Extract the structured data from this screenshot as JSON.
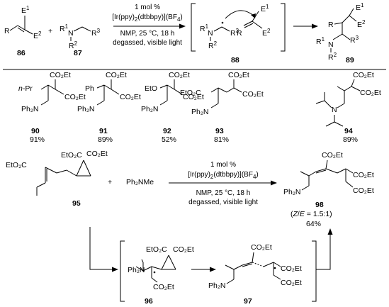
{
  "compounds": {
    "c86": "86",
    "c87": "87",
    "c88": "88",
    "c89": "89",
    "c90": "90",
    "c91": "91",
    "c92": "92",
    "c93": "93",
    "c94": "94",
    "c95": "95",
    "c96": "96",
    "c97": "97",
    "c98": "98"
  },
  "yields": {
    "y90": "91%",
    "y91": "89%",
    "y92": "52%",
    "y93": "81%",
    "y94": "89%",
    "y98": "64%"
  },
  "conditions_top": {
    "line1": "1 mol %",
    "line2": "[Ir(ppy)",
    "line2_sub": "2",
    "line2b": "(dtbbpy)](BF",
    "line2_sub2": "4",
    "line2c": ")",
    "line3": "NMP, 25 °C, 18 h",
    "line4": "degassed, visible light"
  },
  "conditions_mid": {
    "line1": "1 mol %",
    "line2": "[Ir(ppy)",
    "line2_sub": "2",
    "line2b": "(dtbbpy)](BF",
    "line2_sub2": "4",
    "line2c": ")",
    "line3": "NMP, 25 °C, 18 h",
    "line4": "degassed, visible light"
  },
  "reagent": "Ph₂NMe",
  "plus": "+",
  "ratio": {
    "open": "(",
    "z": "Z",
    "slash": "/",
    "e": "E",
    "rest": " = 1.5:1)"
  },
  "labels": {
    "R": "R",
    "E": "E",
    "one": "1",
    "two": "2",
    "three": "3",
    "N": "N",
    "nPr": "n",
    "dashPr": "-Pr",
    "Ph": "Ph",
    "Ph2N": "Ph₂N",
    "CO2Et": "CO₂Et",
    "EtO2C": "EtO₂C",
    "EtO": "EtO"
  }
}
